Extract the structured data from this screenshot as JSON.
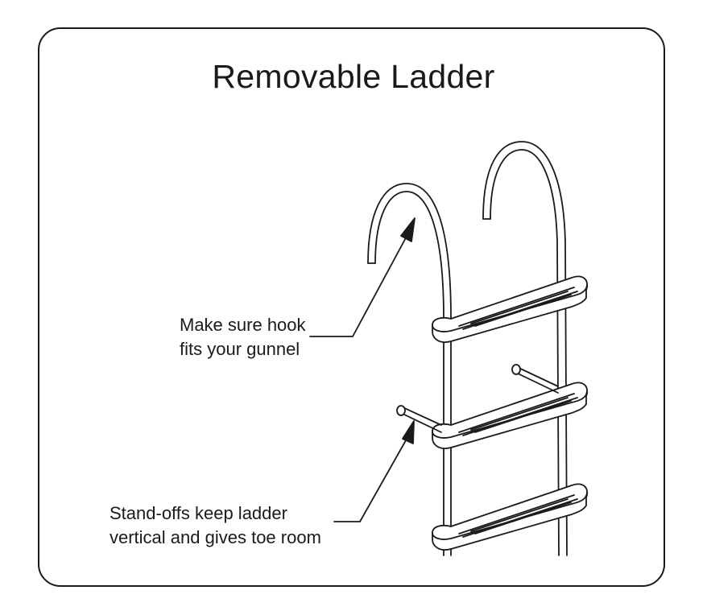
{
  "title": "Removable Ladder",
  "callouts": {
    "hook": {
      "line1": "Make sure hook",
      "line2": "fits your gunnel"
    },
    "standoff": {
      "line1": "Stand-offs keep ladder",
      "line2": "vertical and gives toe room"
    }
  },
  "colors": {
    "stroke": "#1a1a1a",
    "fill": "#ffffff"
  }
}
